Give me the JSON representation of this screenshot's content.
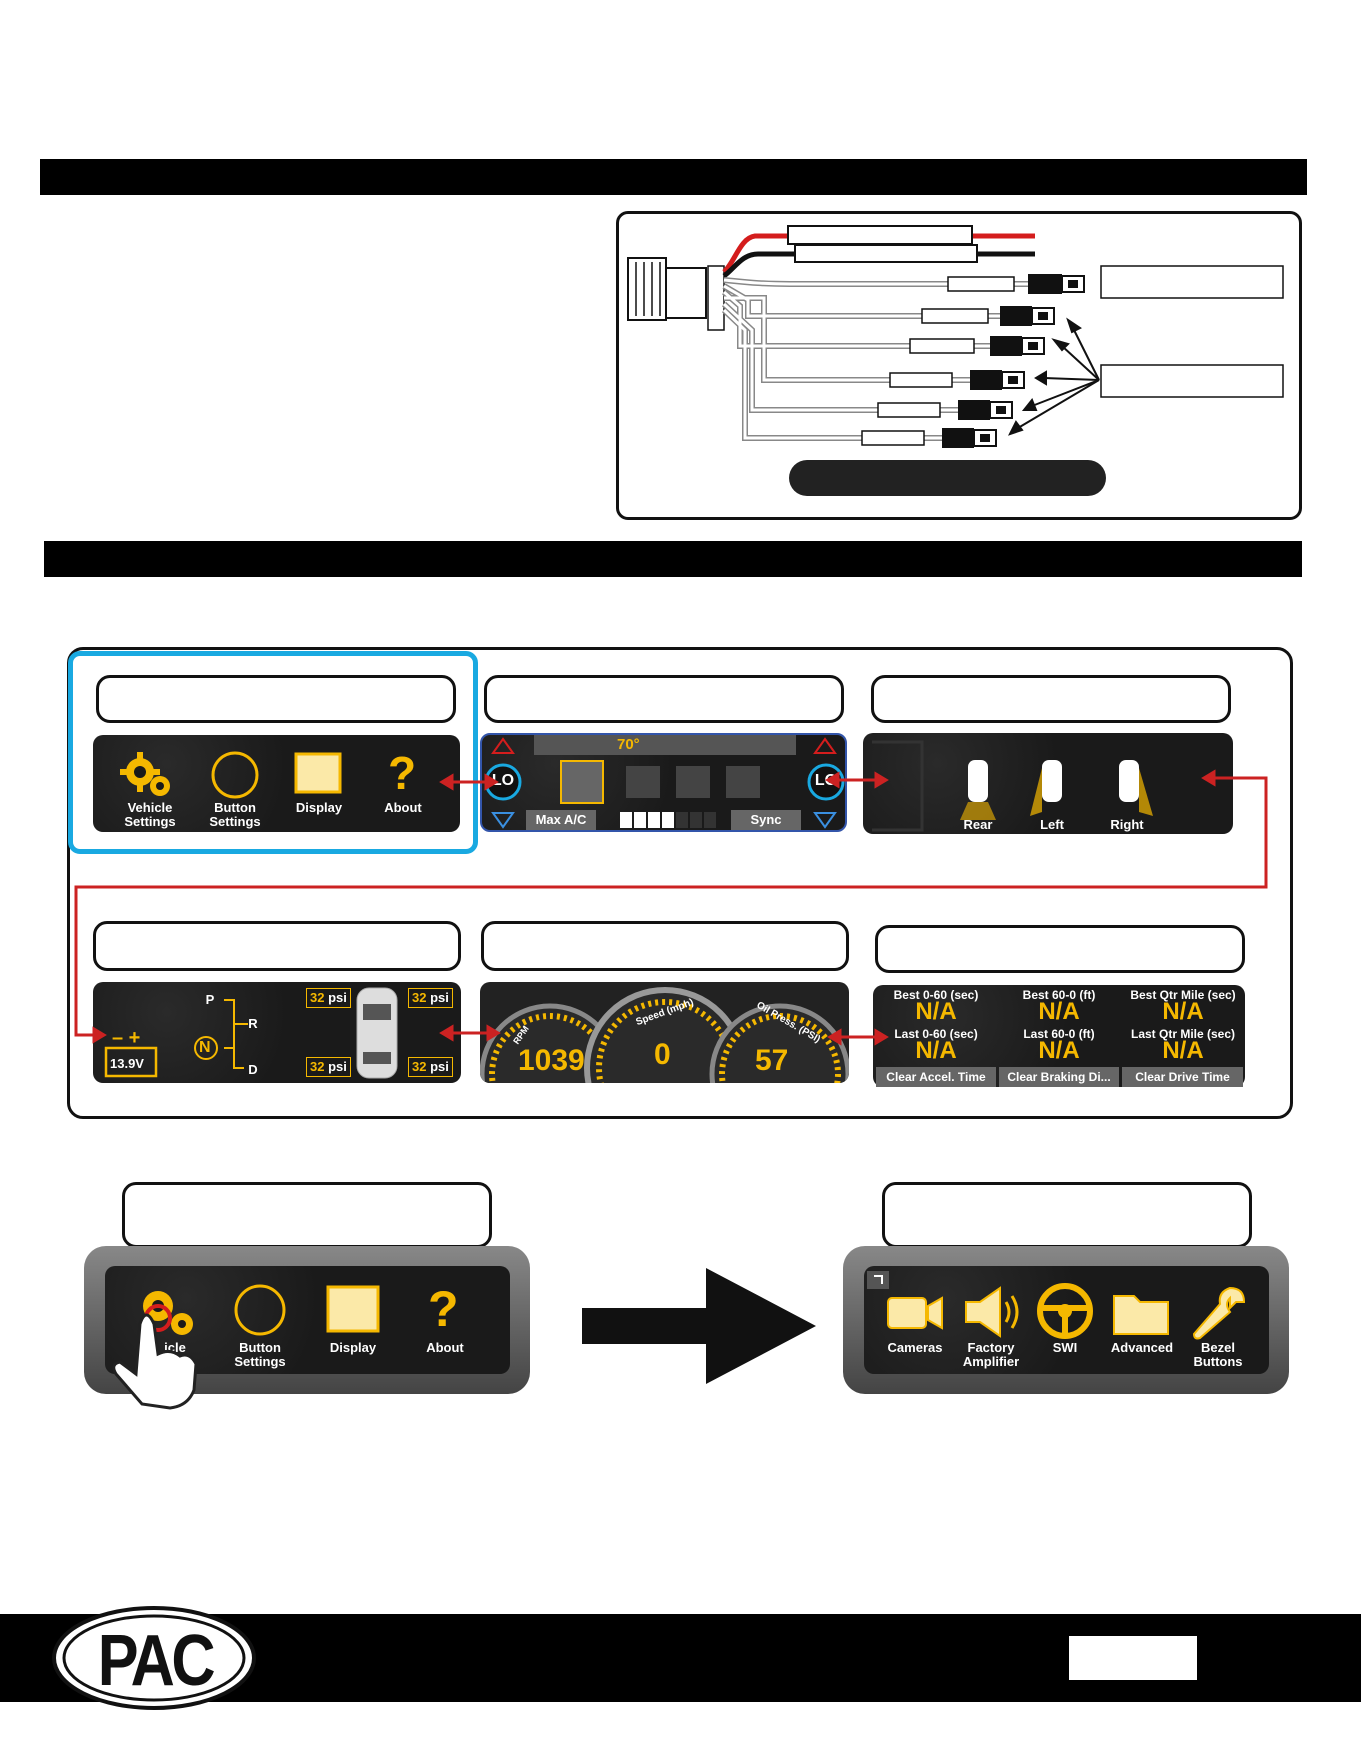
{
  "menu": {
    "vehicle_settings": "Vehicle Settings",
    "button_settings": "Button Settings",
    "display": "Display",
    "about": "About"
  },
  "climate": {
    "temp": "70°",
    "lo_left": "LO",
    "lo_right": "LO",
    "max_ac": "Max A/C",
    "sync": "Sync"
  },
  "cameras_screen": {
    "rear": "Rear",
    "left": "Left",
    "right": "Right"
  },
  "status": {
    "battery": "13.9V",
    "gear_p": "P",
    "gear_r": "R",
    "gear_n": "N",
    "gear_d": "D",
    "tire_psi": "32",
    "psi_unit": "psi"
  },
  "gauges": {
    "rpm_value": "1039",
    "speed_value": "0",
    "oil_value": "57",
    "rpm_label": "RPM",
    "speed_label": "Speed (mph)",
    "oil_label": "Oil Press. (PSI)"
  },
  "performance": {
    "best_060": "Best 0-60 (sec)",
    "best_600": "Best 60-0 (ft)",
    "best_qtr": "Best Qtr Mile (sec)",
    "last_060": "Last 0-60 (sec)",
    "last_600": "Last 60-0 (ft)",
    "last_qtr": "Last Qtr Mile (sec)",
    "na": "N/A",
    "clear_accel": "Clear Accel. Time",
    "clear_braking": "Clear Braking Di...",
    "clear_drive": "Clear Drive Time"
  },
  "menu2": {
    "vehicle_settings_partial": "icle\ngs",
    "button_settings": "Button Settings",
    "display": "Display",
    "about": "About"
  },
  "vehicle_menu": {
    "cameras": "Cameras",
    "factory_amplifier": "Factory Amplifier",
    "swi": "SWI",
    "advanced": "Advanced",
    "bezel_buttons": "Bezel Buttons"
  },
  "footer": {
    "logo": "PAC"
  },
  "colors": {
    "accent_yellow": "#f5b800",
    "highlight_blue": "#19a9e1",
    "arrow_red": "#cc2222"
  }
}
